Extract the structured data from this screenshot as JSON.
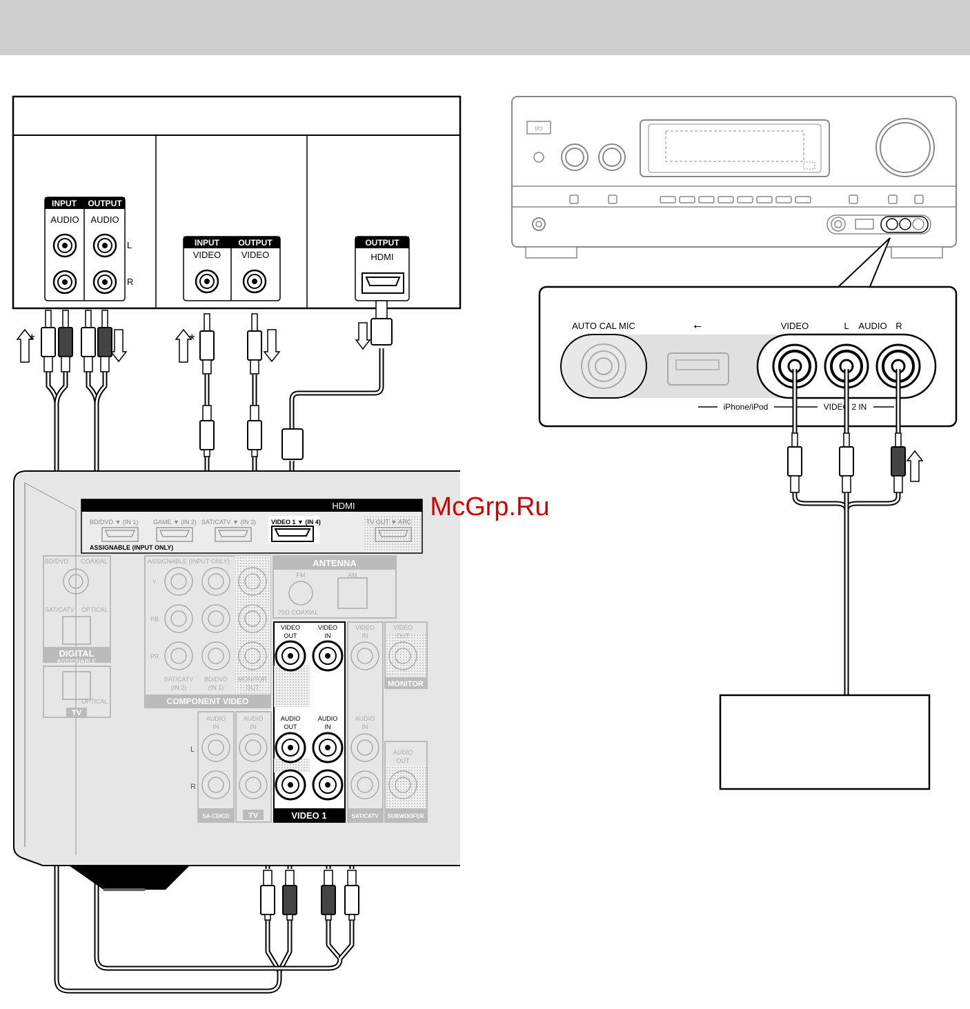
{
  "source_device": {
    "jacks_audio": {
      "input_label": "INPUT",
      "output_label": "OUTPUT",
      "audio_label": "AUDIO",
      "l": "L",
      "r": "R"
    },
    "jacks_video": {
      "input_label": "INPUT",
      "output_label": "OUTPUT",
      "video_label": "VIDEO"
    },
    "jack_hdmi": {
      "output_label": "OUTPUT",
      "hdmi_label": "HDMI"
    },
    "asterisk": "*"
  },
  "receiver_rear": {
    "hdmi_title": "HDMI",
    "hdmi_ports": [
      "BD/DVD ▼ (IN 1)",
      "GAME ▼ (IN 2)",
      "SAT/CATV ▼ (IN 3)",
      "VIDEO 1 ▼ (IN 4)",
      "TV OUT ▼ ARC"
    ],
    "hdmi_assignable": "ASSIGNABLE (INPUT ONLY)",
    "antenna_title": "ANTENNA",
    "antenna_fm": "FM",
    "antenna_am": "AM",
    "antenna_coax": "75Ω COAXIAL",
    "digital_bd": "BD/DVD",
    "digital_coaxial": "COAXIAL",
    "digital_sat": "SAT/CATV",
    "digital_optical": "OPTICAL",
    "digital_title": "DIGITAL",
    "digital_assignable": "ASSIGNABLE",
    "tv_label": "TV",
    "component_assignable": "ASSIGNABLE (INPUT ONLY)",
    "component_y": "Y",
    "component_pb": "PB",
    "component_pr": "PR",
    "component_sat": "SAT/CATV",
    "component_sat2": "(IN 2)",
    "component_bd": "BD/DVD",
    "component_bd2": "(IN 1)",
    "monitor_out": "MONITOR",
    "monitor_out2": "OUT",
    "component_title": "COMPONENT VIDEO",
    "video_out": "VIDEO",
    "video_out2": "OUT",
    "video_in": "VIDEO",
    "video_in2": "IN",
    "audio_out": "AUDIO",
    "audio_out2": "OUT",
    "audio_in": "AUDIO",
    "audio_in2": "IN",
    "video1_title": "VIDEO 1",
    "monitor_title": "MONITOR",
    "sacd": "SA-CD/CD",
    "satcatv": "SAT/CATV",
    "subwoofer": "SUBWOOFER",
    "row_l": "L",
    "row_r": "R"
  },
  "receiver_front": {
    "power_symbol": "I/⏻"
  },
  "callout": {
    "auto_cal": "AUTO CAL MIC",
    "usb_symbol": "⭠",
    "video": "VIDEO",
    "l": "L",
    "audio": "AUDIO",
    "r": "R",
    "iphone": "iPhone/iPod",
    "video2in": "VIDEO 2 IN"
  },
  "watermark": "McGrp.Ru"
}
